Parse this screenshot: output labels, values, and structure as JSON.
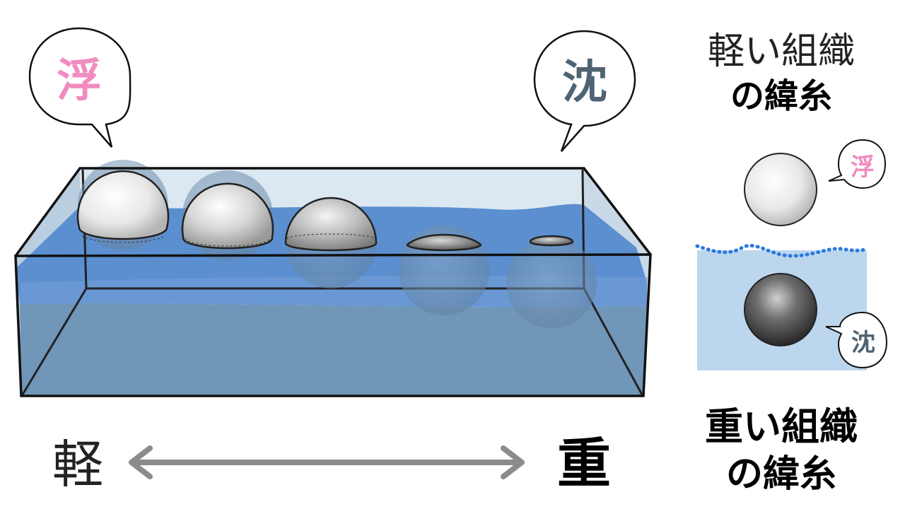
{
  "bubbles": {
    "float": {
      "char": "浮",
      "color": "#f08cc0"
    },
    "sink": {
      "char": "沈",
      "color": "#4f6373"
    }
  },
  "scale": {
    "light": "軽",
    "heavy": "重",
    "arrow_color": "#8c8c8c"
  },
  "legend": {
    "light_line1": "軽い組織",
    "light_line2": "の緯糸",
    "heavy_line1": "重い組織",
    "heavy_line2": "の緯糸",
    "float_char": "浮",
    "sink_char": "沈"
  },
  "colors": {
    "water_surface": "#5b8fd0",
    "water_deep": "#7097b8",
    "legend_water": "#bcd6ee",
    "legend_wave_dots": "#2a78e0"
  }
}
